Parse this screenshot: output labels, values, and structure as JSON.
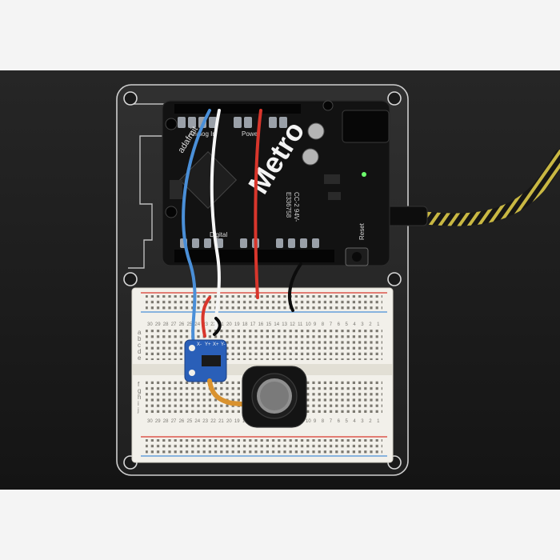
{
  "board": {
    "logo_text": "Metro",
    "brand_text": "adafruit",
    "pin_labels": [
      "Power",
      "Analog In",
      "Digital"
    ],
    "reset_label": "Reset",
    "mark_text": "CC-2 94V-",
    "serial_text": "E336758"
  },
  "breakout": {
    "labels": [
      "X-",
      "Y+",
      "X+",
      "Y-"
    ]
  },
  "breadboard": {
    "row_letters_top": [
      "a",
      "b",
      "c",
      "d",
      "e"
    ],
    "row_letters_bottom": [
      "f",
      "g",
      "h",
      "i",
      "j"
    ],
    "column_numbers": [
      "30",
      "29",
      "28",
      "27",
      "26",
      "25",
      "24",
      "23",
      "22",
      "21",
      "20",
      "19",
      "18",
      "17",
      "16",
      "15",
      "14",
      "13",
      "12",
      "11",
      "10",
      "9",
      "8",
      "7",
      "6",
      "5",
      "4",
      "3",
      "2",
      "1"
    ]
  },
  "colors": {
    "background": "#1b1b1b",
    "pcb": "#111111",
    "breadboard": "#f2f0ea",
    "wire_blue": "#4a8fd8",
    "wire_red": "#d8362c",
    "wire_white": "#f5f5f5",
    "wire_black": "#0c0c0c",
    "breakout_pcb": "#2a5fb8",
    "cable_yellow": "#d8c44a"
  }
}
